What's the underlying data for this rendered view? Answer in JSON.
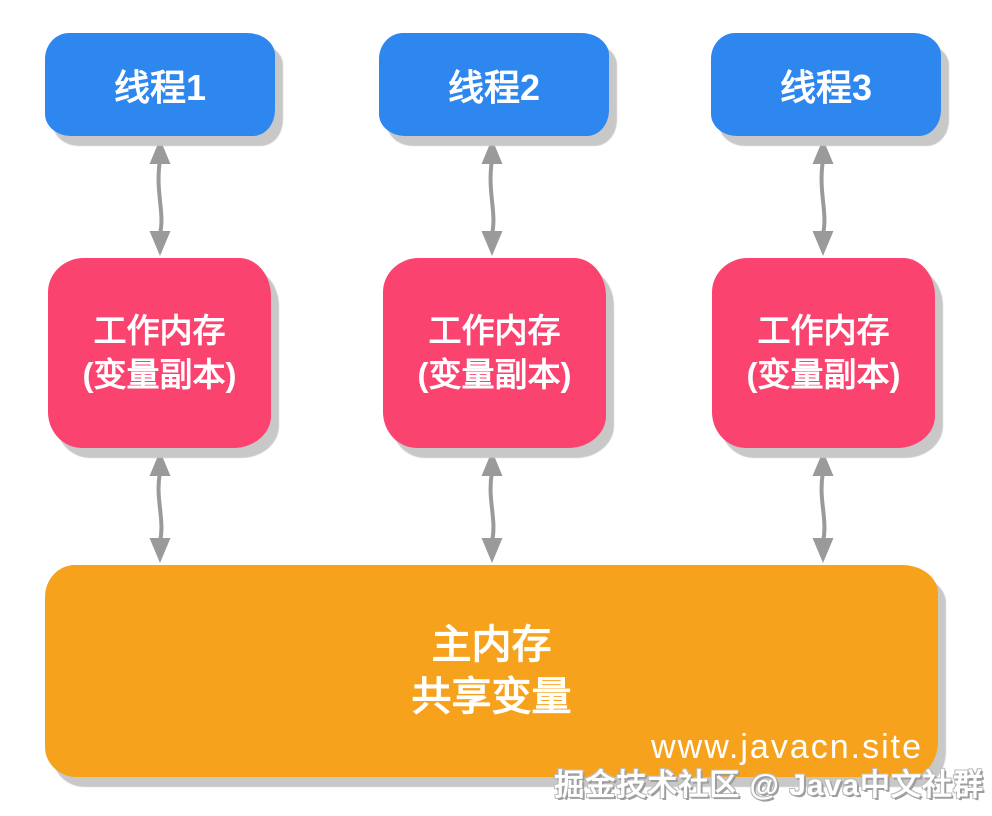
{
  "colors": {
    "thread_box": "#2e86ef",
    "working_memory_box": "#fb4370",
    "main_memory_box": "#f6a21c",
    "arrow": "#9a9a9a",
    "box_text": "#ffffff",
    "shadow": "#c8c8c8"
  },
  "threads": [
    {
      "label": "线程1"
    },
    {
      "label": "线程2"
    },
    {
      "label": "线程3"
    }
  ],
  "working_memory": {
    "line1": "工作内存",
    "line2": "(变量副本)"
  },
  "main_memory": {
    "line1": "主内存",
    "line2": "共享变量"
  },
  "watermark": "www.javacn.site",
  "credit": "掘金技术社区 @ Java中文社群"
}
